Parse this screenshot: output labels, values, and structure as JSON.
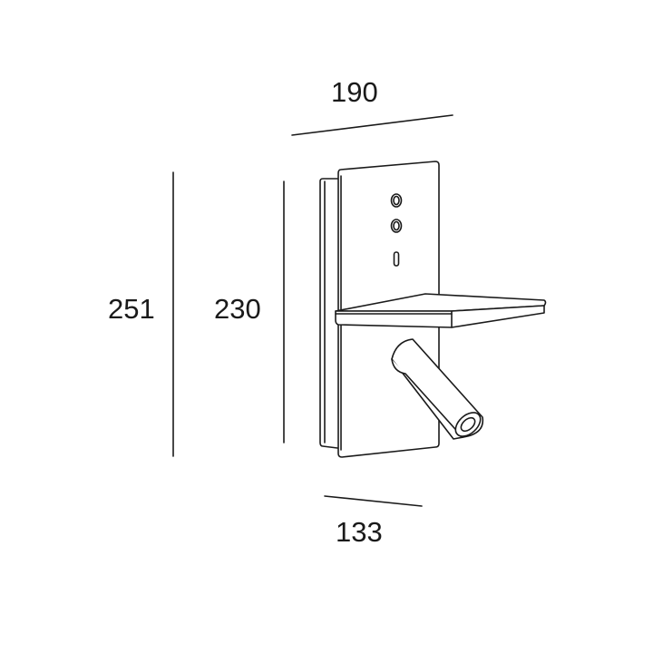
{
  "dimensions": {
    "width_top": "190",
    "width_bottom": "133",
    "height_total": "251",
    "height_plate": "230"
  },
  "colors": {
    "line": "#1a1a1a",
    "text": "#1a1a1a",
    "background": "#ffffff"
  }
}
